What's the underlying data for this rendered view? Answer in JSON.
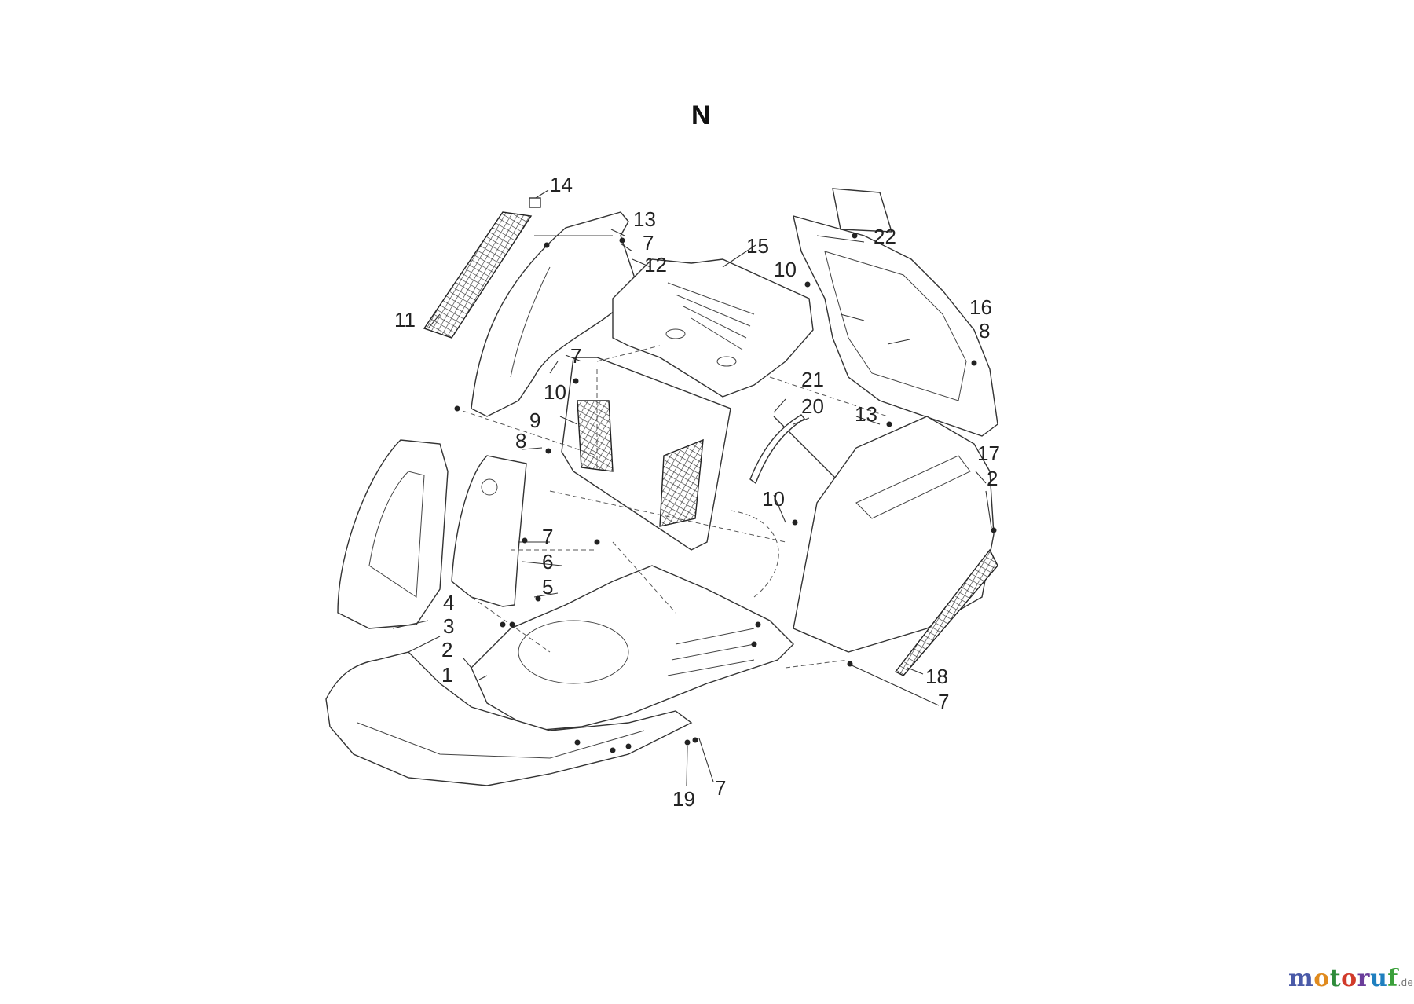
{
  "diagram": {
    "title": "N",
    "callouts": [
      {
        "id": "c14",
        "text": "14"
      },
      {
        "id": "c13a",
        "text": "13"
      },
      {
        "id": "c7a",
        "text": "7"
      },
      {
        "id": "c12",
        "text": "12"
      },
      {
        "id": "c15",
        "text": "15"
      },
      {
        "id": "c10a",
        "text": "10"
      },
      {
        "id": "c22",
        "text": "22"
      },
      {
        "id": "c16",
        "text": "16"
      },
      {
        "id": "c8a",
        "text": "8"
      },
      {
        "id": "c11",
        "text": "11"
      },
      {
        "id": "c7b",
        "text": "7"
      },
      {
        "id": "c10b",
        "text": "10"
      },
      {
        "id": "c21",
        "text": "21"
      },
      {
        "id": "c20",
        "text": "20"
      },
      {
        "id": "c13b",
        "text": "13"
      },
      {
        "id": "c9",
        "text": "9"
      },
      {
        "id": "c8b",
        "text": "8"
      },
      {
        "id": "c17",
        "text": "17"
      },
      {
        "id": "c2a",
        "text": "2"
      },
      {
        "id": "c10c",
        "text": "10"
      },
      {
        "id": "c7c",
        "text": "7"
      },
      {
        "id": "c6",
        "text": "6"
      },
      {
        "id": "c5",
        "text": "5"
      },
      {
        "id": "c4",
        "text": "4"
      },
      {
        "id": "c3",
        "text": "3"
      },
      {
        "id": "c2b",
        "text": "2"
      },
      {
        "id": "c1",
        "text": "1"
      },
      {
        "id": "c18",
        "text": "18"
      },
      {
        "id": "c7d",
        "text": "7"
      },
      {
        "id": "c19",
        "text": "19"
      },
      {
        "id": "c7e",
        "text": "7"
      }
    ]
  },
  "watermark": {
    "brand": "motoruf",
    "tld": ".de",
    "colors": {
      "m": "#4a5aa8",
      "o1": "#e08a1e",
      "t": "#2e8b3a",
      "o2": "#d13a2a",
      "r": "#6a3d9a",
      "u": "#1f7fbf",
      "f": "#3aa03a"
    }
  }
}
